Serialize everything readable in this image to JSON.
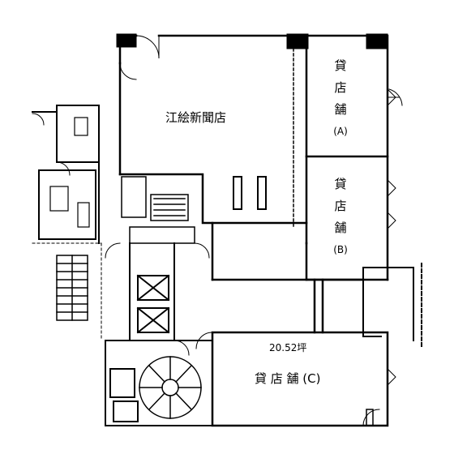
{
  "rooms": {
    "newspaper": {
      "name": "江絵新聞店"
    },
    "shop_a": {
      "chars": [
        "貸",
        "店",
        "舗",
        "(A)"
      ]
    },
    "shop_b": {
      "chars": [
        "貸",
        "店",
        "舗",
        "(B)"
      ]
    },
    "shop_c": {
      "name": "貸 店 舗 (C)",
      "area": "20.52坪"
    }
  },
  "colors": {
    "ink": "#000000",
    "paper": "#ffffff"
  }
}
